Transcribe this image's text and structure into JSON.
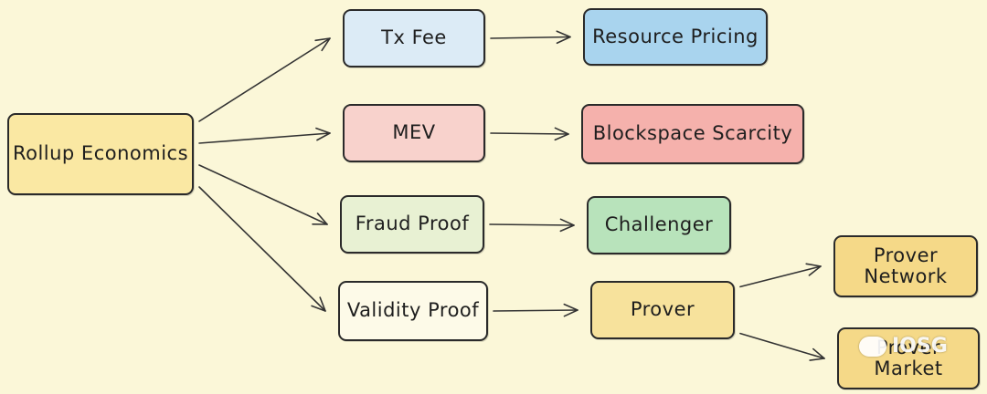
{
  "nodes": {
    "rollup_economics": {
      "label": "Rollup Economics",
      "fill": "#fae8a3"
    },
    "tx_fee": {
      "label": "Tx Fee",
      "fill": "#dcebf6"
    },
    "mev": {
      "label": "MEV",
      "fill": "#f8d2cc"
    },
    "fraud_proof": {
      "label": "Fraud Proof",
      "fill": "#e8f1d3"
    },
    "validity_proof": {
      "label": "Validity Proof",
      "fill": "#fdfae8"
    },
    "resource_pricing": {
      "label": "Resource Pricing",
      "fill": "#a9d4ee"
    },
    "blockspace_scarcity": {
      "label": "Blockspace Scarcity",
      "fill": "#f5b1ac"
    },
    "challenger": {
      "label": "Challenger",
      "fill": "#b8e3bb"
    },
    "prover": {
      "label": "Prover",
      "fill": "#f7e29c"
    },
    "prover_network": {
      "label": "Prover\nNetwork",
      "fill": "#f5d988"
    },
    "prover_market": {
      "label": "Prover\nMarket",
      "fill": "#f5d988"
    }
  },
  "edges": [
    [
      "rollup_economics",
      "tx_fee"
    ],
    [
      "rollup_economics",
      "mev"
    ],
    [
      "rollup_economics",
      "fraud_proof"
    ],
    [
      "rollup_economics",
      "validity_proof"
    ],
    [
      "tx_fee",
      "resource_pricing"
    ],
    [
      "mev",
      "blockspace_scarcity"
    ],
    [
      "fraud_proof",
      "challenger"
    ],
    [
      "validity_proof",
      "prover"
    ],
    [
      "prover",
      "prover_network"
    ],
    [
      "prover",
      "prover_market"
    ]
  ],
  "watermark": {
    "text": "IOSG",
    "icon": "wechat-icon"
  }
}
